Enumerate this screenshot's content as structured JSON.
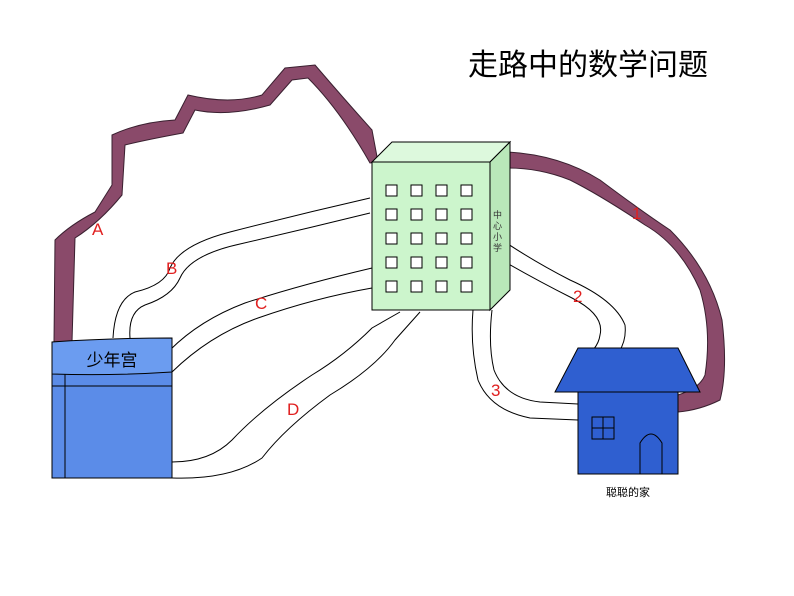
{
  "title": "走路中的数学问题",
  "buildings": {
    "youth_palace": "少年宫",
    "school_side": "中心小学",
    "home_caption": "聪聪的家"
  },
  "routes": {
    "A": "A",
    "B": "B",
    "C": "C",
    "D": "D",
    "r1": "1",
    "r2": "2",
    "r3": "3"
  },
  "colors": {
    "route_fill": "#8a4a6a",
    "route_label": "#e02020",
    "school_front": "#ccf5cc",
    "palace_blue": "#5b8ce8",
    "home_blue": "#2f5fd0"
  }
}
